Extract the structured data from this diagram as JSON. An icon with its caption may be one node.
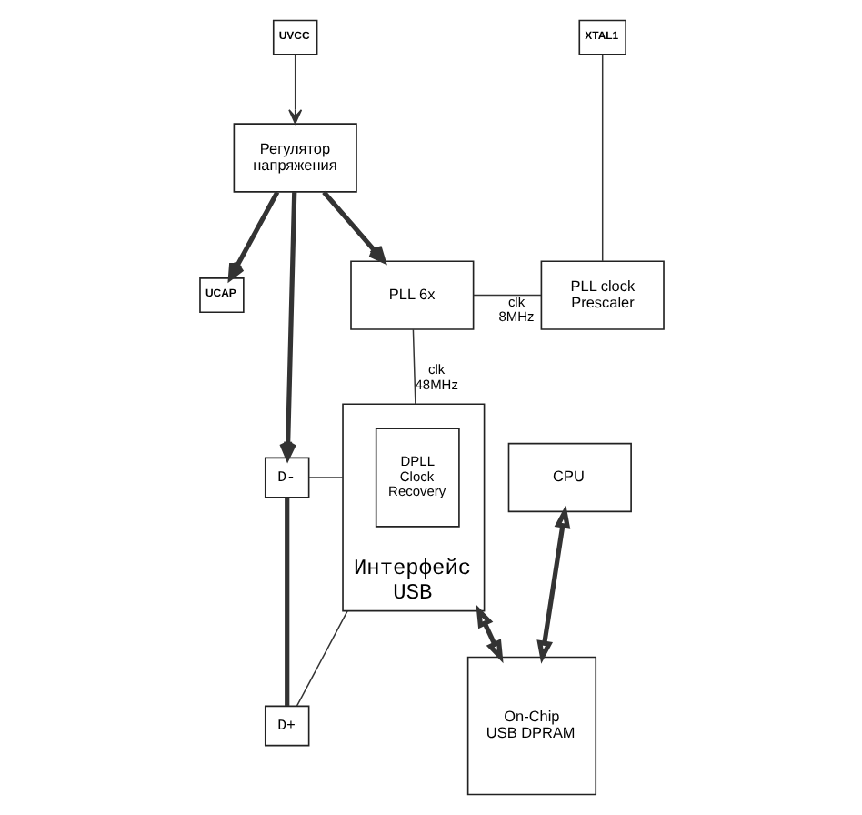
{
  "diagram": {
    "nodes": [
      {
        "text": [
          "UVCC"
        ]
      },
      {
        "text": [
          "Регулятор напряжения"
        ]
      },
      {
        "text": [
          "UCAP"
        ]
      },
      {
        "text": [
          "PLL 6x"
        ]
      },
      {
        "text": [
          "PLL clock Prescaler"
        ]
      },
      {
        "text": [
          "XTAL1"
        ]
      },
      {
        "text": [
          "D-"
        ]
      },
      {
        "text": [
          "D+"
        ]
      },
      {
        "text": [
          "Интерфейс USB"
        ]
      },
      {
        "text": [
          "DPLL Clock Recovery"
        ],
        "in": 8
      },
      {
        "text": [
          "CPU"
        ]
      },
      {
        "text": [
          "On-Chip USB DPRAM"
        ]
      }
    ],
    "edges": [
      {
        "from": 0,
        "to": 1,
        "arrow": "to"
      },
      {
        "from": 1,
        "to": 6,
        "arrow": "to",
        "style": "thick"
      },
      {
        "from": 1,
        "to": 2,
        "arrow": "to",
        "style": "thick"
      },
      {
        "from": 1,
        "to": 3,
        "arrow": "to",
        "style": "thick"
      },
      {
        "from": 6,
        "to": 7,
        "arrow": "none",
        "style": "thick"
      },
      {
        "from": 3,
        "to": 4,
        "arrow": "none",
        "label": "clk 8MHz"
      },
      {
        "from": 4,
        "to": 5,
        "arrow": "none"
      },
      {
        "from": 3,
        "to": 8,
        "arrow": "none",
        "label": "clk 48MHz"
      },
      {
        "from": 6,
        "to": 8,
        "arrow": "none"
      },
      {
        "from": 7,
        "to": 8,
        "arrow": "none"
      },
      {
        "from": 10,
        "to": 11,
        "arrow": "both",
        "style": "thick"
      },
      {
        "from": 8,
        "to": 11,
        "arrow": "both",
        "style": "thick"
      }
    ]
  }
}
